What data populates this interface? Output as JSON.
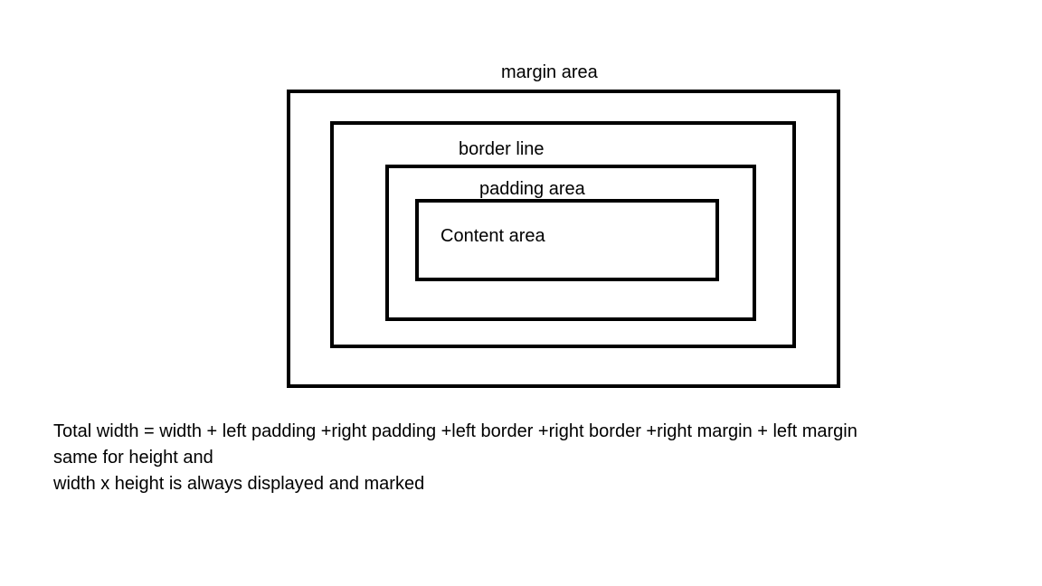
{
  "diagram": {
    "labels": {
      "margin": "margin area",
      "border": "border line",
      "padding": "padding area",
      "content": "Content area"
    }
  },
  "notes": {
    "line1": "Total width = width + left padding +right padding +left border +right border +right margin + left margin",
    "line2": "same for height and",
    "line3": "width x height is always displayed and marked"
  }
}
